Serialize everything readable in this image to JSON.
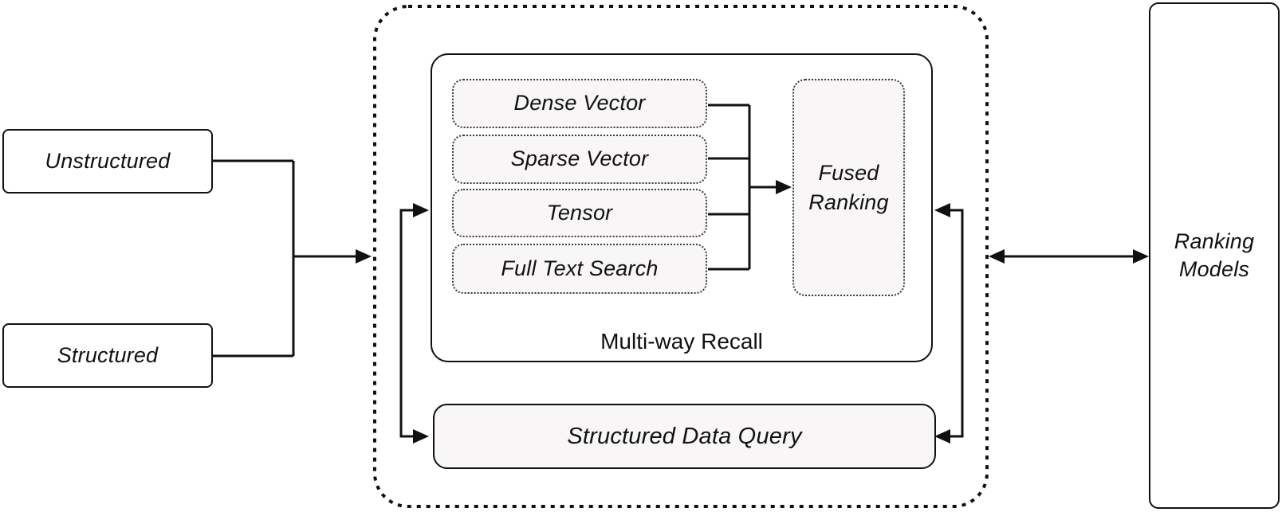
{
  "colors": {
    "stroke": "#111111",
    "node_fill": "#ffffff",
    "channel_fill": "#f8f6f6",
    "query_fill": "#f8f6f7",
    "background": "#ffffff"
  },
  "diagram": {
    "source_nodes": [
      {
        "key": "unstructured",
        "label": "Unstructured"
      },
      {
        "key": "structured",
        "label": "Structured"
      }
    ],
    "retrieval_container": {
      "multiway_recall": {
        "title": "Multi-way Recall",
        "channels": [
          {
            "label": "Dense Vector"
          },
          {
            "label": "Sparse Vector"
          },
          {
            "label": "Tensor"
          },
          {
            "label": "Full Text Search"
          }
        ],
        "fused_ranking": {
          "label": "Fused Ranking"
        }
      },
      "structured_data_query": {
        "label": "Structured Data Query"
      }
    },
    "ranking_models": {
      "label": "Ranking Models"
    }
  }
}
